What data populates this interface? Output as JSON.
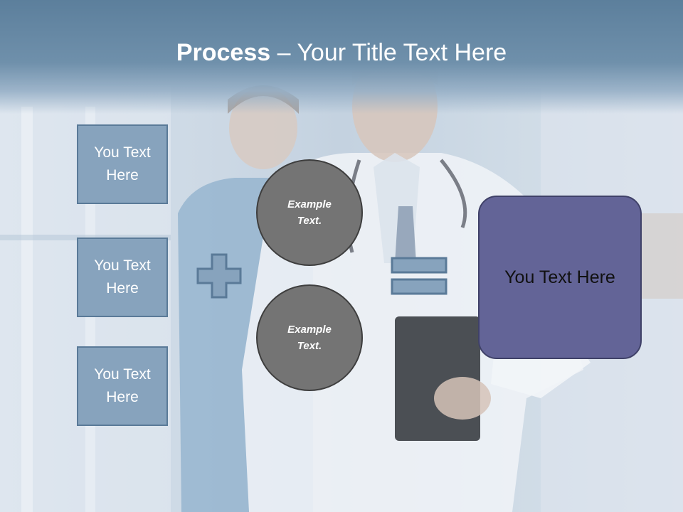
{
  "title": {
    "bold_part": "Process",
    "rest_part": " – Your Title Text Here"
  },
  "left_boxes": [
    {
      "label": "You Text Here"
    },
    {
      "label": "You Text Here"
    },
    {
      "label": "You Text Here"
    }
  ],
  "circles": [
    {
      "label": "Example Text."
    },
    {
      "label": "Example Text."
    }
  ],
  "operators": {
    "plus_icon": "plus-icon",
    "equals_icon": "equals-icon"
  },
  "result_box": {
    "label": "You Text Here"
  },
  "colors": {
    "header": "#5c7f9c",
    "box_fill": "#87a3bd",
    "box_border": "#5a7a98",
    "circle_fill": "#747474",
    "result_fill": "#636497"
  }
}
